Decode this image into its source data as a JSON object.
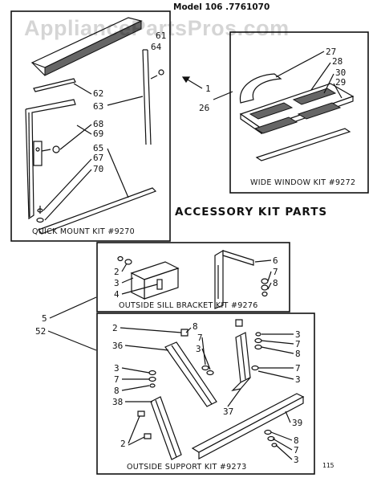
{
  "model": "Model 106 .7761070",
  "watermark": "AppliancePartsPros.com",
  "heading": "ACCESSORY KIT PARTS",
  "page_mark": "115",
  "kits": {
    "quick_mount": "QUICK MOUNT KIT #9270",
    "wide_window": "WIDE WINDOW KIT #9272",
    "sill_bracket": "OUTSIDE SILL BRACKET KIT #9276",
    "support": "OUTSIDE SUPPORT KIT #9273"
  },
  "callouts": {
    "qm": [
      "61",
      "64",
      "62",
      "63",
      "68",
      "69",
      "65",
      "67",
      "70"
    ],
    "ww": [
      "27",
      "28",
      "30",
      "29"
    ],
    "mid": [
      "1",
      "26"
    ],
    "sill": [
      "2",
      "3",
      "4",
      "6",
      "7",
      "8"
    ],
    "outer": [
      "5",
      "52"
    ],
    "support": [
      "2",
      "8",
      "7",
      "3",
      "36",
      "3",
      "7",
      "8",
      "38",
      "3",
      "7",
      "8",
      "7",
      "3",
      "37",
      "39",
      "2",
      "8",
      "7",
      "3"
    ]
  }
}
